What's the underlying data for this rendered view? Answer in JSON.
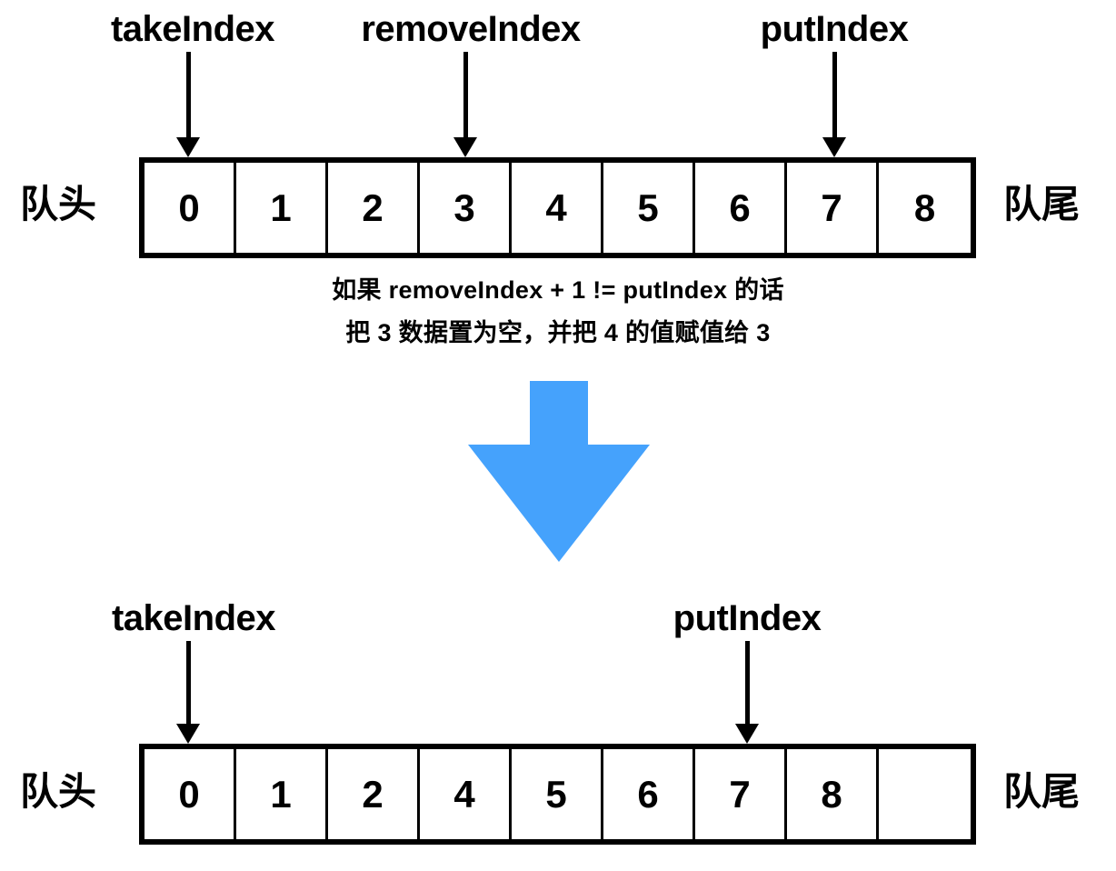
{
  "diagram": {
    "title": "ArrayBlockingQueue removeIndex shift illustration",
    "accent_color": "#45a2fc",
    "line_color": "#000000",
    "background": "#ffffff"
  },
  "top_section": {
    "pointers": [
      {
        "label": "takeIndex",
        "cell_index": 0
      },
      {
        "label": "removeIndex",
        "cell_index": 3
      },
      {
        "label": "putIndex",
        "cell_index": 7
      }
    ],
    "head_label": "队头",
    "tail_label": "队尾",
    "cells": [
      "0",
      "1",
      "2",
      "3",
      "4",
      "5",
      "6",
      "7",
      "8"
    ]
  },
  "caption": {
    "line1": "如果 removeIndex + 1 != putIndex 的话",
    "line2": "把 3 数据置为空，并把 4 的值赋值给 3"
  },
  "transition": {
    "icon": "down-arrow-icon",
    "color": "#45a2fc"
  },
  "bottom_section": {
    "pointers": [
      {
        "label": "takeIndex",
        "cell_index": 0
      },
      {
        "label": "putIndex",
        "cell_index": 6
      }
    ],
    "head_label": "队头",
    "tail_label": "队尾",
    "cells": [
      "0",
      "1",
      "2",
      "4",
      "5",
      "6",
      "7",
      "8",
      ""
    ]
  }
}
